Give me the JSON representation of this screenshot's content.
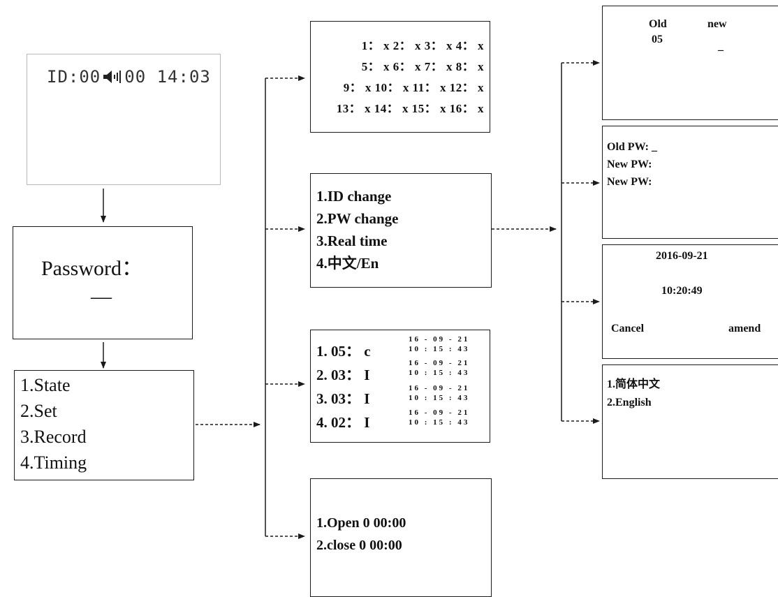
{
  "home": {
    "id_text": "ID:00",
    "speaker_icon": "speaker-volume-icon",
    "status_value": "00",
    "clock": "14:03"
  },
  "password_screen": {
    "label": "Password：",
    "cursor": "—"
  },
  "main_menu": {
    "items": [
      "1.State",
      "2.Set",
      "3.Record",
      "4.Timing"
    ]
  },
  "state_screen": {
    "rows": [
      "1： x 2： x 3： x 4： x",
      "5： x 6： x 7： x 8： x",
      "9： x 10： x 11： x 12： x",
      "13： x 14： x 15： x 16： x"
    ]
  },
  "set_menu": {
    "items": [
      "1.ID change",
      "2.PW change",
      "3.Real time",
      "4.中文/En"
    ]
  },
  "record_screen": {
    "entries": [
      {
        "label": "1. 05： c",
        "date": "16 - 09 - 21",
        "time": "10 : 15 : 43"
      },
      {
        "label": "2. 03： I",
        "date": "16 - 09 - 21",
        "time": "10 : 15 : 43"
      },
      {
        "label": "3. 03： I",
        "date": "16 - 09 - 21",
        "time": "10 : 15 : 43"
      },
      {
        "label": "4. 02： I",
        "date": "16 - 09 - 21",
        "time": "10 : 15 : 43"
      }
    ]
  },
  "timing_screen": {
    "items": [
      "1.Open 0  00:00",
      "2.close 0   00:00"
    ]
  },
  "id_change_screen": {
    "old_label": "Old",
    "new_label": "new",
    "old_value": "05",
    "new_value": "_"
  },
  "pw_change_screen": {
    "lines": [
      "Old  PW: _",
      "New PW:",
      "New PW:"
    ]
  },
  "real_time_screen": {
    "date": "2016-09-21",
    "time": "10:20:49",
    "cancel": "Cancel",
    "amend": "amend"
  },
  "language_screen": {
    "items": [
      "1.简体中文",
      "2.English"
    ]
  },
  "colors": {
    "line": "#1a1a1a",
    "home_border": "#b8b8b8",
    "background": "#ffffff"
  }
}
